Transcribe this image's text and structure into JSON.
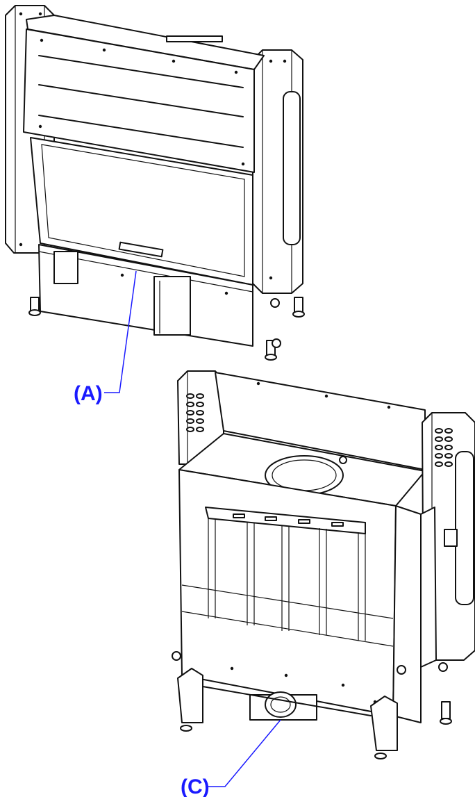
{
  "callouts": [
    {
      "id": "A",
      "label": "(A)"
    },
    {
      "id": "C",
      "label": "(C)"
    }
  ],
  "colors": {
    "line": "#111111",
    "background": "#ffffff",
    "callout": "#1a1aff"
  }
}
